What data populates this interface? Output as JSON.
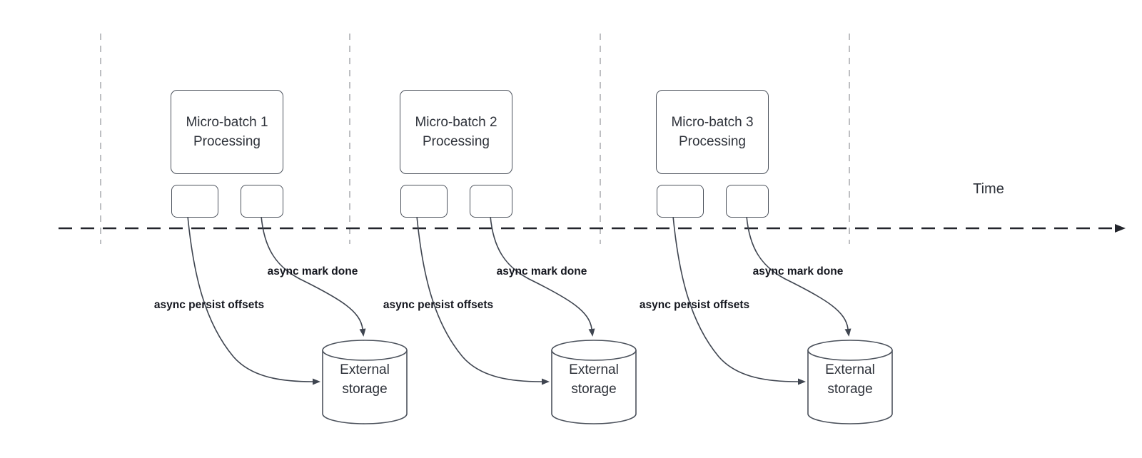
{
  "diagram": {
    "time_axis_label": "Time",
    "groups": [
      {
        "title_lines": [
          "Micro-batch 1",
          "Processing"
        ],
        "persist_arrow_label": "async persist offsets",
        "mark_done_arrow_label": "async mark done",
        "storage_lines": [
          "External",
          "storage"
        ]
      },
      {
        "title_lines": [
          "Micro-batch 2",
          "Processing"
        ],
        "persist_arrow_label": "async persist offsets",
        "mark_done_arrow_label": "async mark done",
        "storage_lines": [
          "External",
          "storage"
        ]
      },
      {
        "title_lines": [
          "Micro-batch 3",
          "Processing"
        ],
        "persist_arrow_label": "async persist offsets",
        "mark_done_arrow_label": "async mark done",
        "storage_lines": [
          "External",
          "storage"
        ]
      }
    ],
    "colors": {
      "shape-stroke": "#4c525c",
      "box-text": "#2e323a",
      "bold-label": "#14161e",
      "curve": "#3f4550",
      "timeline": "#23252c",
      "guide": "#b2b4b8",
      "background": "#ffffff"
    }
  }
}
